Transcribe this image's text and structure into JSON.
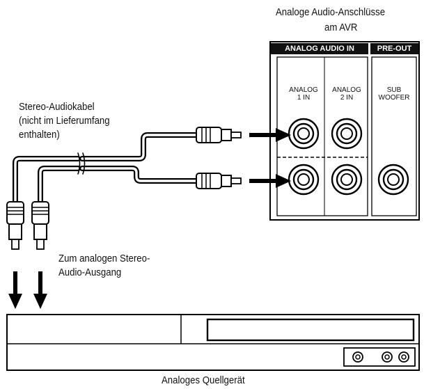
{
  "avr": {
    "title_line1": "Analoge Audio-Anschlüsse",
    "title_line2": "am AVR",
    "header_analog_audio_in": "ANALOG AUDIO IN",
    "header_pre_out": "PRE-OUT",
    "jacks": {
      "analog1_line1": "ANALOG",
      "analog1_line2": "1 IN",
      "analog2_line1": "ANALOG",
      "analog2_line2": "2 IN",
      "sub_line1": "SUB",
      "sub_line2": "WOOFER"
    }
  },
  "cable": {
    "label_line1": "Stereo-Audiokabel",
    "label_line2": "(nicht im Lieferumfang",
    "label_line3": "enthalten)"
  },
  "source": {
    "output_label_line1": "Zum analogen Stereo-",
    "output_label_line2": "Audio-Ausgang",
    "device_label": "Analoges Quellgerät"
  }
}
